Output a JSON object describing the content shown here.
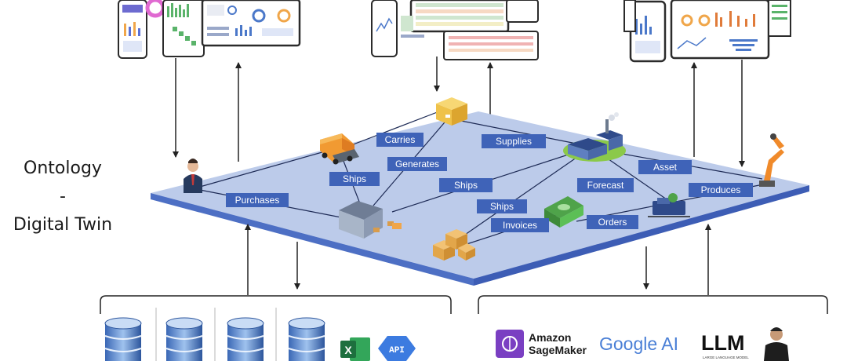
{
  "side_label": {
    "line1": "Ontology",
    "line2": "-",
    "line3": "Digital Twin"
  },
  "relations": {
    "carries": "Carries",
    "supplies": "Supplies",
    "generates": "Generates",
    "ships_1": "Ships",
    "ships_2": "Ships",
    "ships_3": "Ships",
    "asset": "Asset",
    "forecast": "Forecast",
    "produces": "Produces",
    "purchases": "Purchases",
    "invoices": "Invoices",
    "orders": "Orders"
  },
  "sources": {
    "excel_letter": "X",
    "api_label": "API"
  },
  "ai_services": {
    "sagemaker_line1": "Amazon",
    "sagemaker_line2": "SageMaker",
    "google": "Google AI",
    "llm": "LLM",
    "llm_sub": "LARGE LANGUAGE MODEL"
  },
  "colors": {
    "platform_top": "#bccbea",
    "platform_edge": "#4d6fc4",
    "label_bg": "#3f63b8",
    "label_text": "#ffffff",
    "arrow": "#222222"
  }
}
